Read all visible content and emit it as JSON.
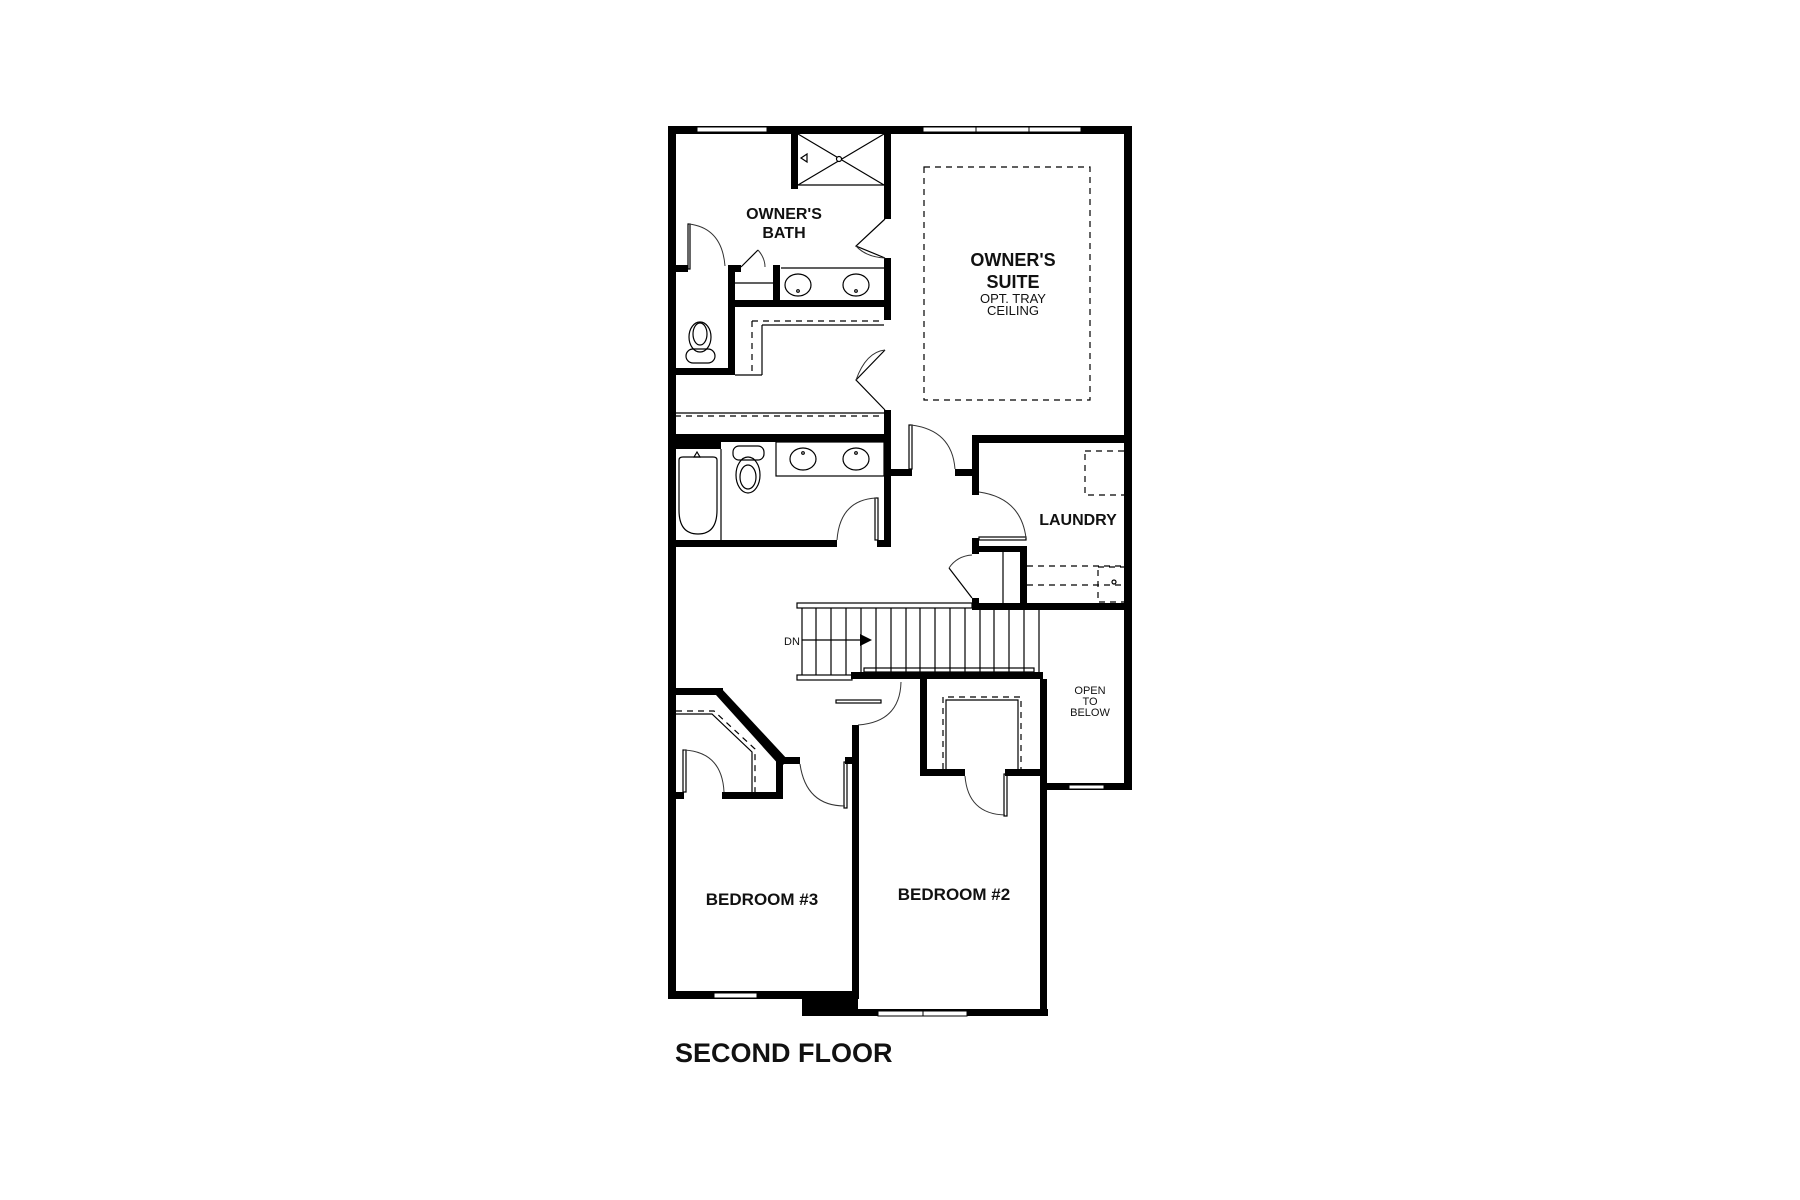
{
  "title": "SECOND FLOOR",
  "rooms": {
    "owners_bath": {
      "line1": "OWNER'S",
      "line2": "BATH"
    },
    "owners_suite": {
      "line1": "OWNER'S",
      "line2": "SUITE",
      "note1": "OPT. TRAY",
      "note2": "CEILING"
    },
    "laundry": {
      "label": "LAUNDRY"
    },
    "open_to_below": {
      "line1": "OPEN",
      "line2": "TO",
      "line3": "BELOW"
    },
    "bedroom3": {
      "label": "BEDROOM #3"
    },
    "bedroom2": {
      "label": "BEDROOM #2"
    }
  },
  "stairs": {
    "direction_label": "DN"
  },
  "colors": {
    "wall": "#000000",
    "background": "#ffffff",
    "text": "#111111"
  }
}
